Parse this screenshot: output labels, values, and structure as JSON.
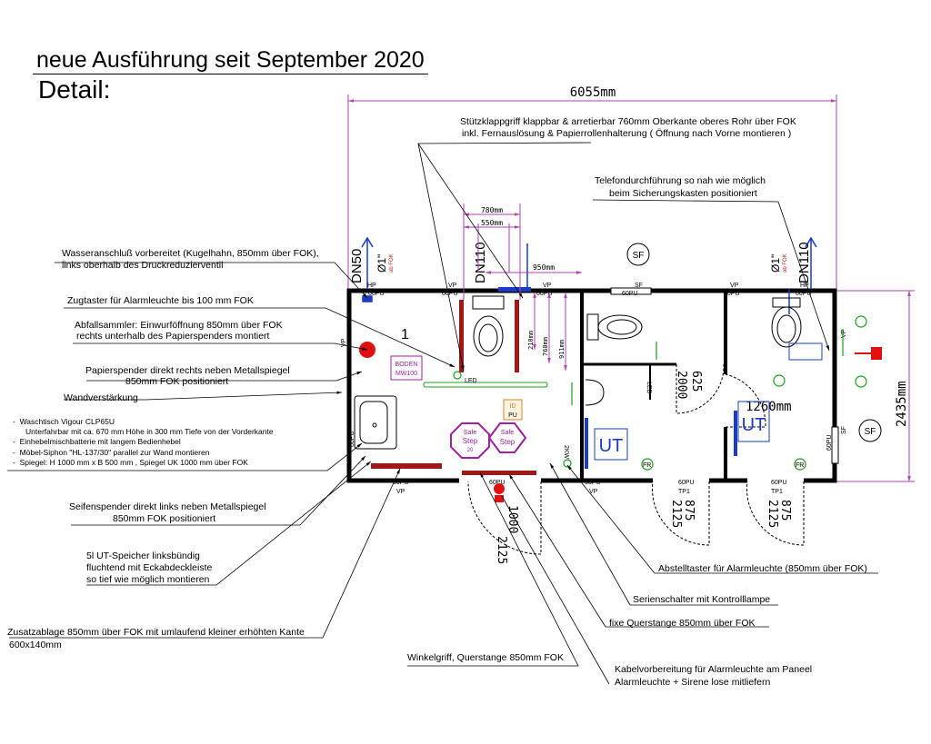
{
  "header": {
    "title": "neue Ausführung seit September 2020",
    "subtitle": "Detail:"
  },
  "dimensions": {
    "total_length": "6055mm",
    "total_width": "2435mm",
    "d_780": "780mm",
    "d_550": "550mm",
    "d_950": "950mm",
    "d_210": "210mm",
    "d_760": "760mm",
    "d_911": "911mm",
    "d_1260": "1260mm",
    "d_2000": "2000",
    "d_625": "625",
    "d_1000": "1000",
    "d_2125": "2125",
    "d_875": "875"
  },
  "labels": {
    "dn50": "DN50",
    "dn110": "DN110",
    "pipe_size": "Ø1\"",
    "pipe_sub": "ab FOK",
    "sf": "SF",
    "hp": "HP",
    "vp": "VP",
    "p60": "60PU",
    "tp": "TP1",
    "led": "LED",
    "room_number": "1",
    "boden_line1": "BODEN",
    "boden_line2": "MW100",
    "id_line1": "ID",
    "id_line2": "PU",
    "safe_step_1": "Safe",
    "safe_step_2": "Step",
    "safe_step_num": "20",
    "kw": "2KW",
    "ut": "UT",
    "fr": "FR"
  },
  "notes": {
    "stuetzklappgriff_1": "Stützklappgriff klappbar & arretierbar  760mm Oberkante oberes Rohr  über FOK",
    "stuetzklappgriff_2": "inkl. Fernauslösung  & Papierrollenhalterung ( Öffnung nach Vorne montieren )",
    "telefon_1": "Telefondurchführung so nah wie möglich",
    "telefon_2": "beim Sicherungskasten positioniert",
    "wasser_1": "Wasseranschluß vorbereitet (Kugelhahn, 850mm über FOK),",
    "wasser_2": "links oberhalb des Druckreduzierventil",
    "zugtaster": "Zugtaster für Alarmleuchte bis 100 mm FOK",
    "abfall_1": "Abfallsammler: Einwurföffnung 850mm über FOK",
    "abfall_2": "rechts unterhalb des Papierspenders montiert",
    "papier_1": "Papierspender direkt rechts neben Metallspiegel",
    "papier_2": "850mm FOK positioniert",
    "wandverstaerkung": "Wandverstärkung",
    "waschtisch_1": "Waschtisch Vigour CLP65U",
    "waschtisch_2": "Unterfahrbar mit ca. 670 mm Höhe in 300 mm Tiefe von der Vorderkante",
    "waschtisch_3": "Einhebelmischbatterie mit langem Bedienhebel",
    "waschtisch_4": "Möbel-Siphon \"HL-137/30\" parallel zur Wand montieren",
    "waschtisch_5": "Spiegel: H 1000 mm x B 500 mm ,  Spiegel UK  1000 mm über FOK",
    "seife_1": "Seifenspender direkt links neben Metallspiegel",
    "seife_2": "850mm FOK positioniert",
    "ut_speicher_1": "5l UT-Speicher linksbündig",
    "ut_speicher_2": "fluchtend mit Eckabdeckleiste",
    "ut_speicher_3": "so tief wie möglich montieren",
    "zusatzablage_1": "Zusatzablage 850mm über FOK mit umlaufend kleiner erhöhten Kante",
    "zusatzablage_2": "600x140mm",
    "winkelgriff": "Winkelgriff, Querstange 850mm FOK",
    "abstelltaster": "Abstelltaster für Alarmleuchte (850mm über FOK)",
    "serienschalter": "Serienschalter mit Kontrolllampe",
    "querstange": "fixe Querstange 850mm über FOK",
    "kabel_1": "Kabelvorbereitung für Alarmleuchte am Paneel",
    "kabel_2": "Alarmleuchte + Sirene lose mitliefern"
  },
  "colors": {
    "wall": "#000000",
    "dimension": "#b040b0",
    "plumbing": "#1a3cc8",
    "fixtures": "#000000",
    "accessory_green": "#18a018",
    "alarm_red": "#e01010",
    "grab_bar": "#a01818",
    "step_sign": "#a020a0",
    "note_lines": "#000000"
  }
}
